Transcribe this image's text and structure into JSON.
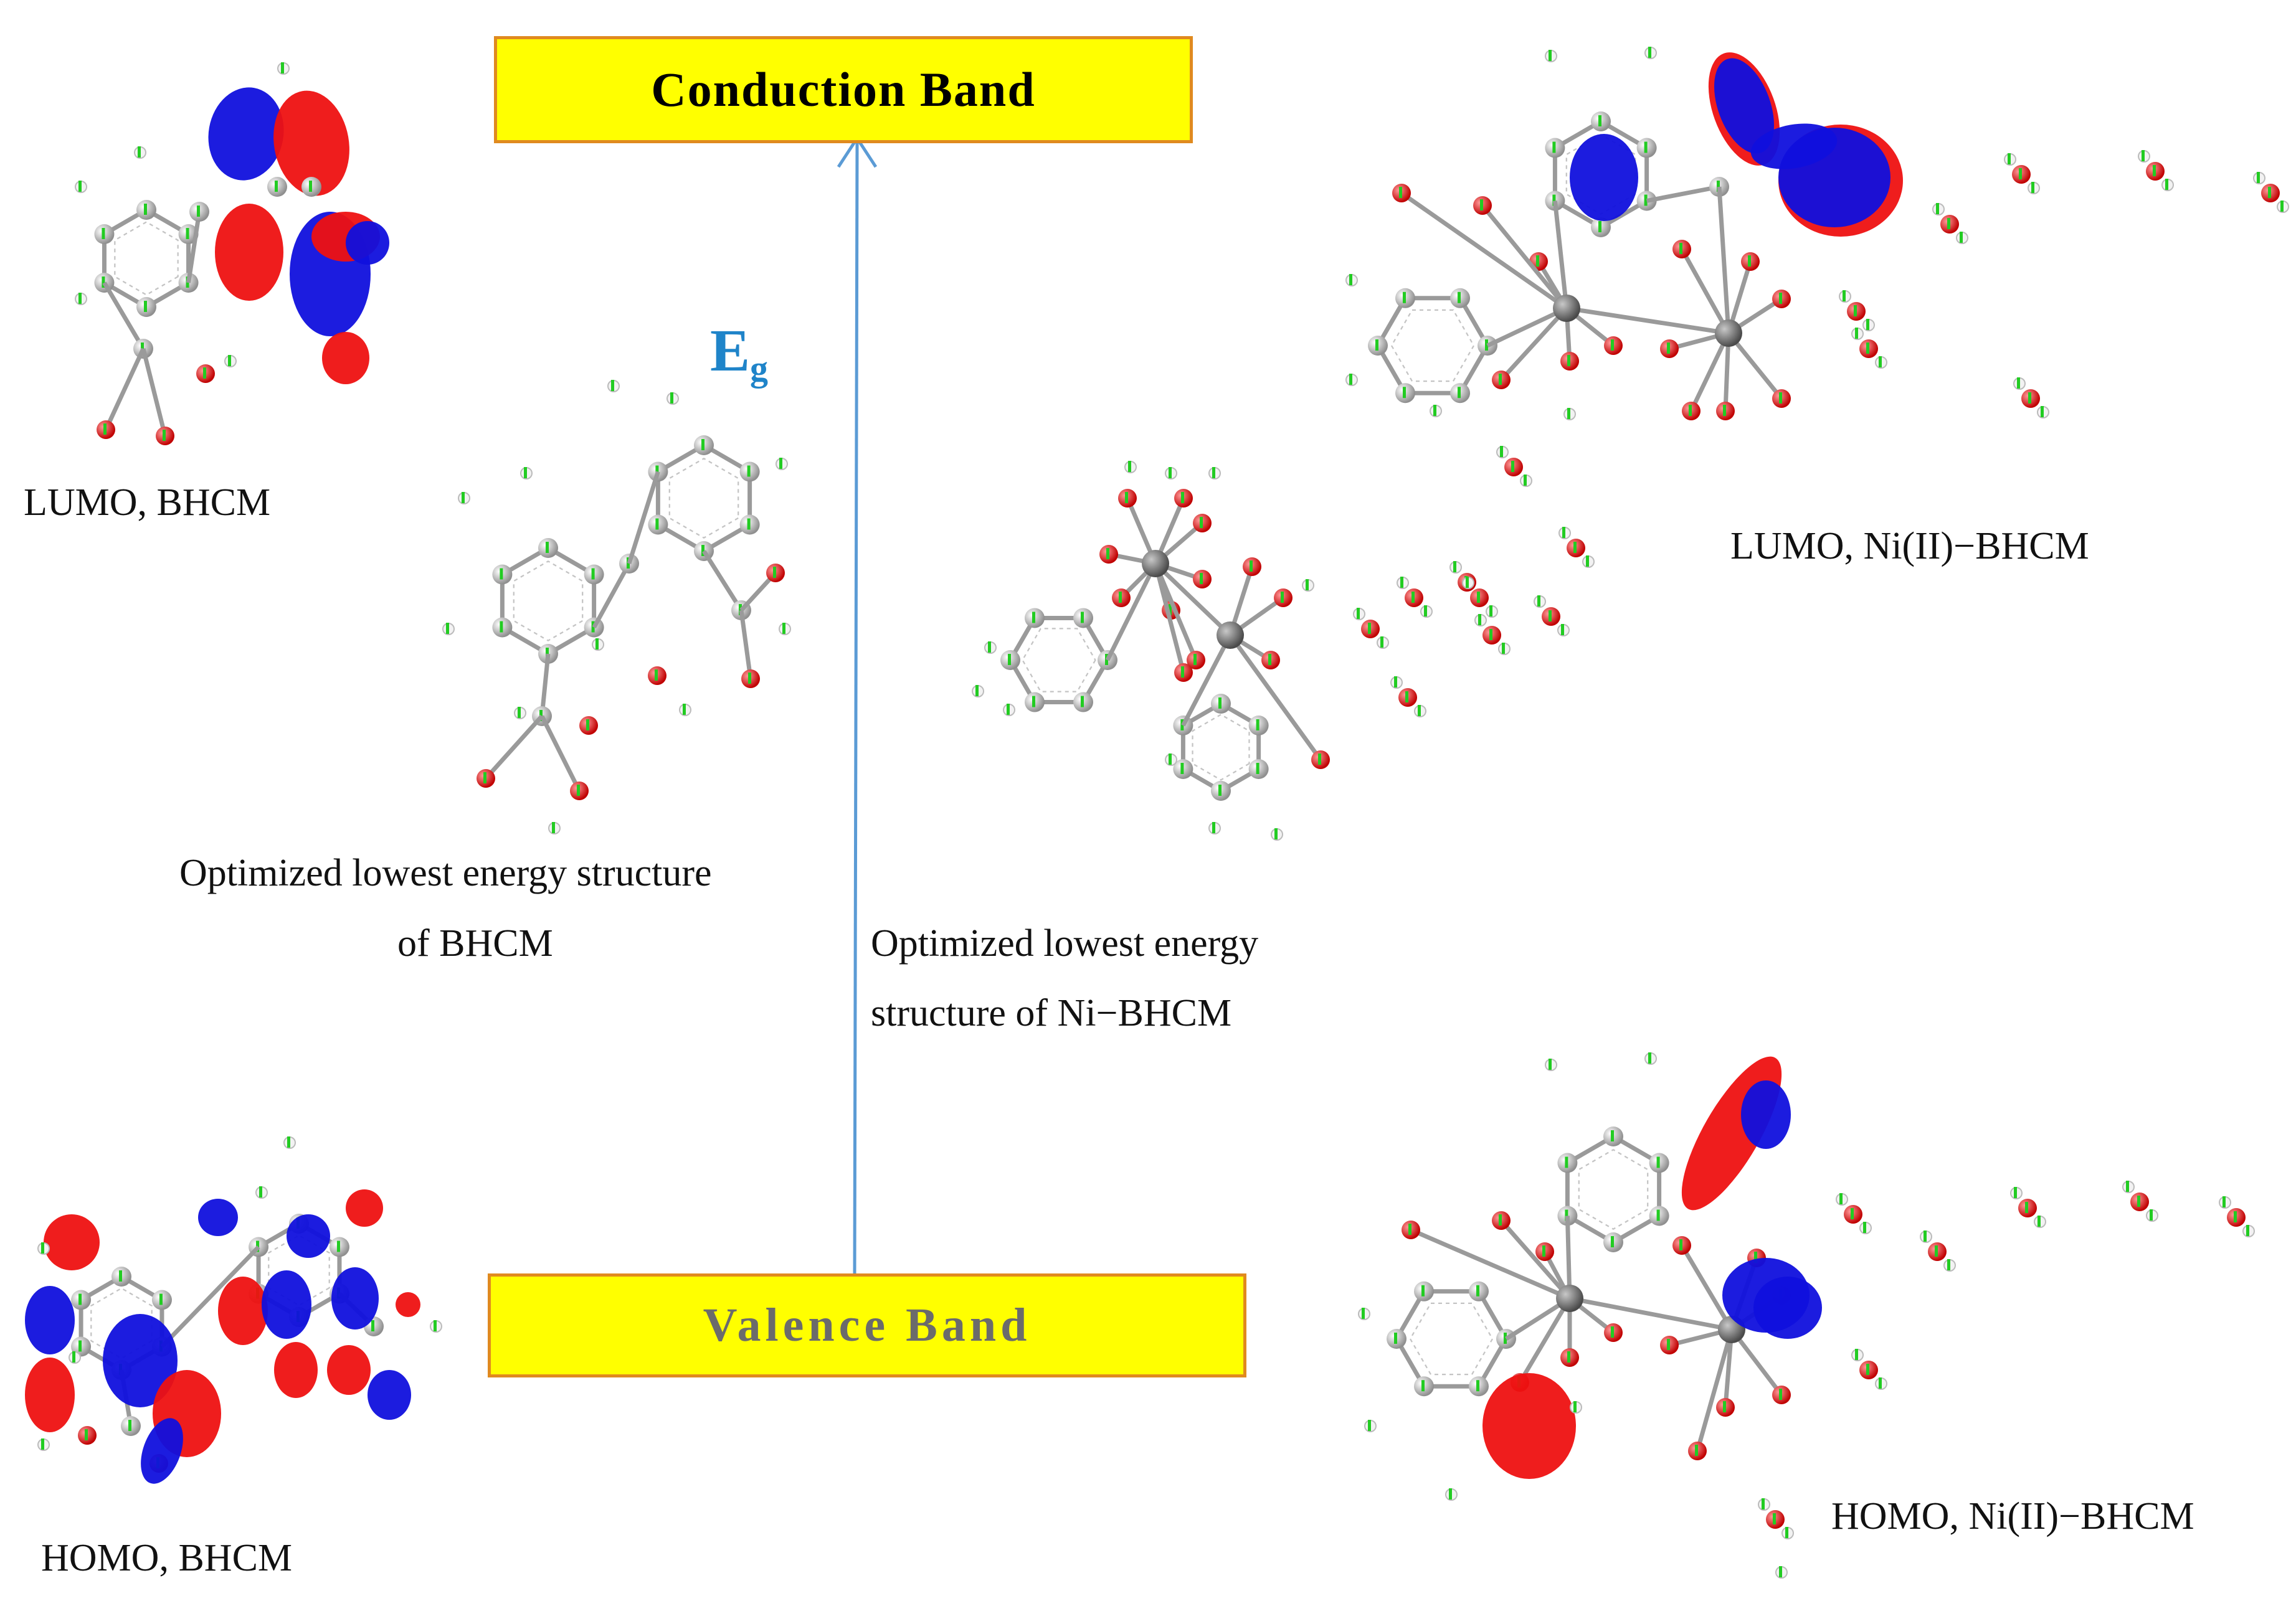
{
  "diagram": {
    "conduction_band": "Conduction Band",
    "valence_band": "Valence Band",
    "energy_gap": {
      "symbol": "E",
      "subscript": "g"
    },
    "captions": {
      "lumo_bhcm": "LUMO,  BHCM",
      "homo_bhcm": "HOMO,  BHCM",
      "opt_bhcm_line1": "Optimized  lowest  energy  structure",
      "opt_bhcm_line2": "of BHCM",
      "opt_ni_line1": "Optimized   lowest   energy",
      "opt_ni_line2": "structure of Ni−BHCM",
      "lumo_ni": "LUMO,  Ni(II)−BHCM",
      "homo_ni": "HOMO,  Ni(II)−BHCM"
    },
    "colors": {
      "band_fill": "#ffff00",
      "band_border": "#e08a1f",
      "arrow": "#5b9bd5",
      "eg_text": "#1f84c9",
      "orbital_positive": "#ee1111",
      "orbital_negative": "#1010dd",
      "carbon": "#a8a8a8",
      "nickel": "#6f6f6f",
      "oxygen": "#e01818",
      "hydrogen": "#f2f2f2",
      "atom_label": "#22cc22"
    },
    "figures": [
      {
        "name": "LUMO orbitals of BHCM",
        "icon": "molecule-orbital-icon"
      },
      {
        "name": "Optimized structure of BHCM",
        "icon": "molecule-structure-icon"
      },
      {
        "name": "Optimized structure of Ni-BHCM",
        "icon": "molecule-structure-icon"
      },
      {
        "name": "LUMO orbitals of Ni(II)-BHCM",
        "icon": "molecule-orbital-icon"
      },
      {
        "name": "HOMO orbitals of BHCM",
        "icon": "molecule-orbital-icon"
      },
      {
        "name": "HOMO orbitals of Ni(II)-BHCM",
        "icon": "molecule-orbital-icon"
      }
    ]
  }
}
